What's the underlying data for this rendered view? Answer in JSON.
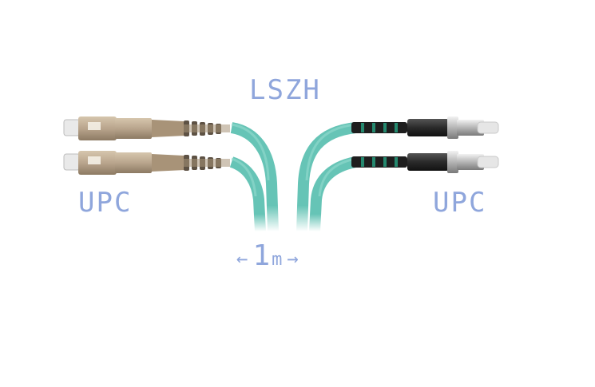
{
  "labels": {
    "jacket": "LSZH",
    "left_polish": "UPC",
    "right_polish": "UPC",
    "length_value": "1",
    "length_unit": "m",
    "arrow_left": "←",
    "arrow_right": "→"
  },
  "colors": {
    "cable": "#66c4b6",
    "cable_shade": "#4aa89a",
    "sc_body": "#b9a58d",
    "st_body": "#2d2d2d",
    "label_text": "#8fa6dc"
  },
  "icons": [
    "sc-connector-icon",
    "st-connector-icon"
  ]
}
